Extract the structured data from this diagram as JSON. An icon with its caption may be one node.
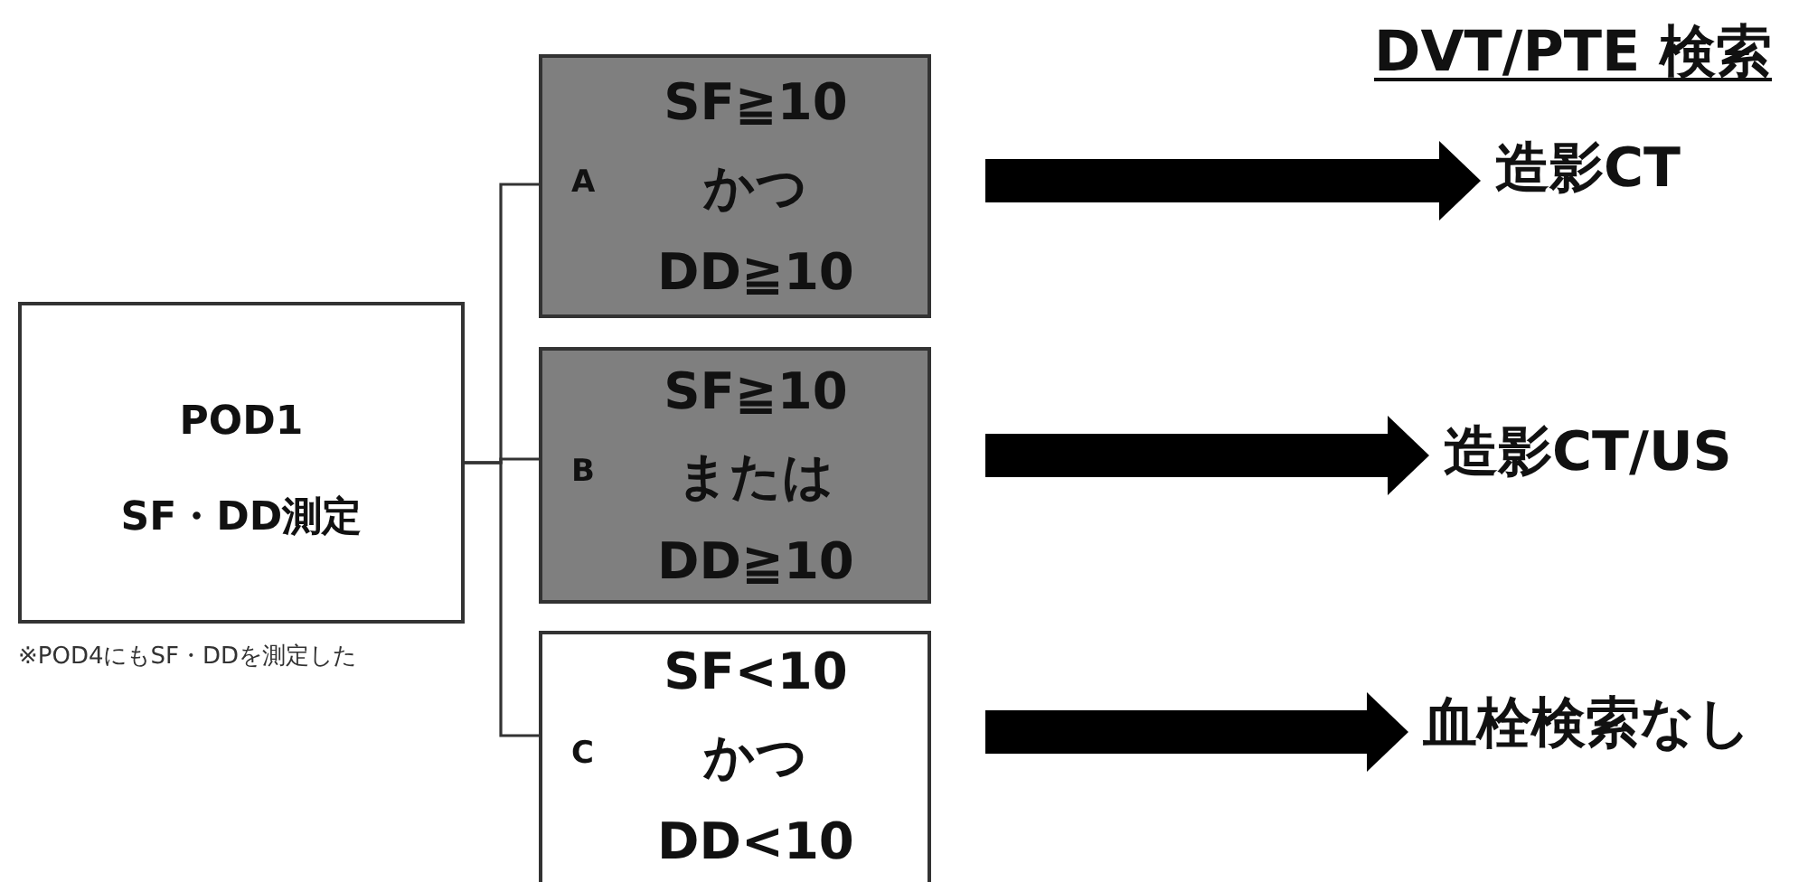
{
  "diagram": {
    "title": "DVT/PTE 検索",
    "nodes": [
      {
        "text": [
          "POD1",
          "SF・DD測定"
        ],
        "beside": [
          "※POD4にもSF・DDを測定した"
        ]
      },
      {
        "text": [
          "A",
          "SF≧10 かつ DD≧10"
        ]
      },
      {
        "text": [
          "B",
          "SF≧10 または DD≧10"
        ]
      },
      {
        "text": [
          "C",
          "SF<10 かつ DD<10"
        ]
      },
      {
        "text": [
          "造影CT"
        ]
      },
      {
        "text": [
          "造影CT/US"
        ]
      },
      {
        "text": [
          "血栓検索なし"
        ]
      }
    ],
    "edges": [
      {
        "from": 0,
        "to": 1,
        "arrow": "none"
      },
      {
        "from": 0,
        "to": 2,
        "arrow": "none"
      },
      {
        "from": 0,
        "to": 3,
        "arrow": "none"
      },
      {
        "from": 1,
        "to": 4,
        "arrow": "to",
        "style": "thick"
      },
      {
        "from": 2,
        "to": 5,
        "arrow": "to",
        "style": "thick"
      },
      {
        "from": 3,
        "to": 6,
        "arrow": "to",
        "style": "thick"
      }
    ]
  }
}
